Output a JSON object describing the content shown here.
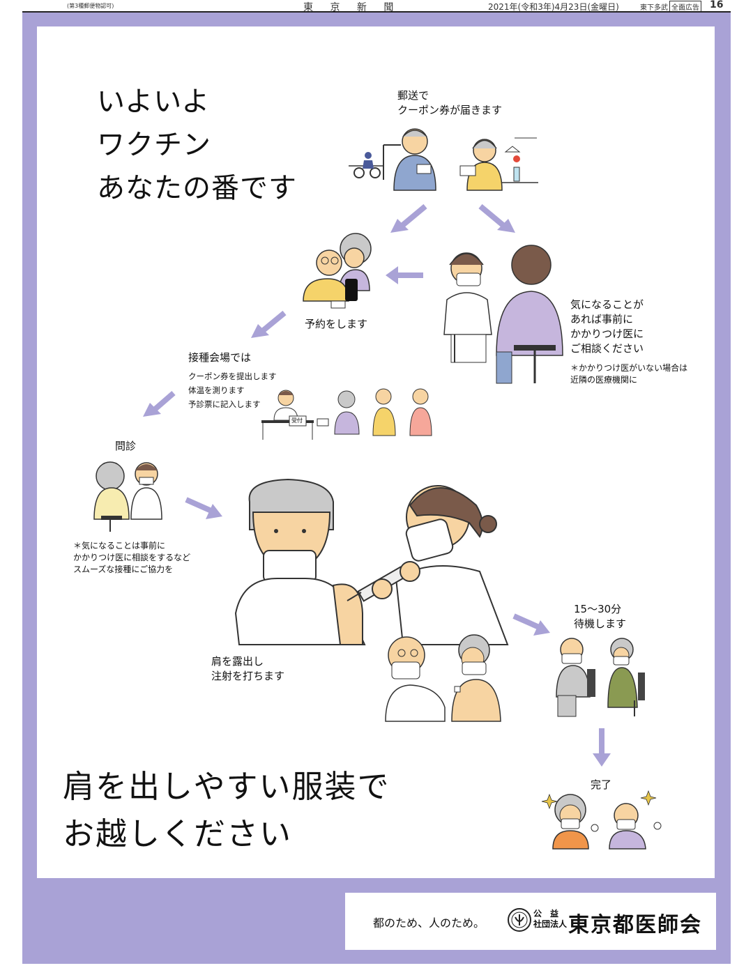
{
  "newspaper_header": {
    "permit": "(第3種郵便物認可)",
    "paper_name": "東 京 新 聞",
    "date": "2021年(令和3年)4月23日(金曜日)",
    "edition": "東下多武",
    "ad_label": "全面広告",
    "page_number": "16"
  },
  "headline": {
    "line1": "いよいよ",
    "line2": "ワクチン",
    "line3": "あなたの番です"
  },
  "steps": {
    "mail": "郵送で\nクーポン券が届きます",
    "consult": "気になることが\nあれば事前に\nかかりつけ医に\nご相談ください",
    "consult_note": "＊かかりつけ医がいない場合は\n近隣の医療機関に",
    "reserve": "予約をします",
    "venue_title": "接種会場では",
    "venue_items": "クーポン券を提出します\n体温を測ります\n予診票に記入します",
    "reception_sign": "受付",
    "interview_title": "問診",
    "interview_note": "＊気になることは事前に\nかかりつけ医に相談をするなど\nスムーズな接種にご協力を",
    "injection": "肩を露出し\n注射を打ちます",
    "wait": "15〜30分\n待機します",
    "done": "完了"
  },
  "bottom_message": {
    "line1": "肩を出しやすい服装で",
    "line2": "お越しください"
  },
  "footer": {
    "slogan": "都のため、人のため。",
    "org_prefix_top": "公　益",
    "org_prefix_bottom": "社団法人",
    "org_name": "東京都医師会"
  },
  "colors": {
    "frame": "#a9a2d6",
    "arrow": "#a9a2d6",
    "skin": "#f7d4a2",
    "hair_gray": "#c9c9c9",
    "shirt_blue": "#8fa6cf",
    "shirt_yellow": "#f5d36a",
    "coat_lavender": "#c6b6dd",
    "olive_coat": "#8a9a52",
    "orange_coat": "#f0954a"
  }
}
